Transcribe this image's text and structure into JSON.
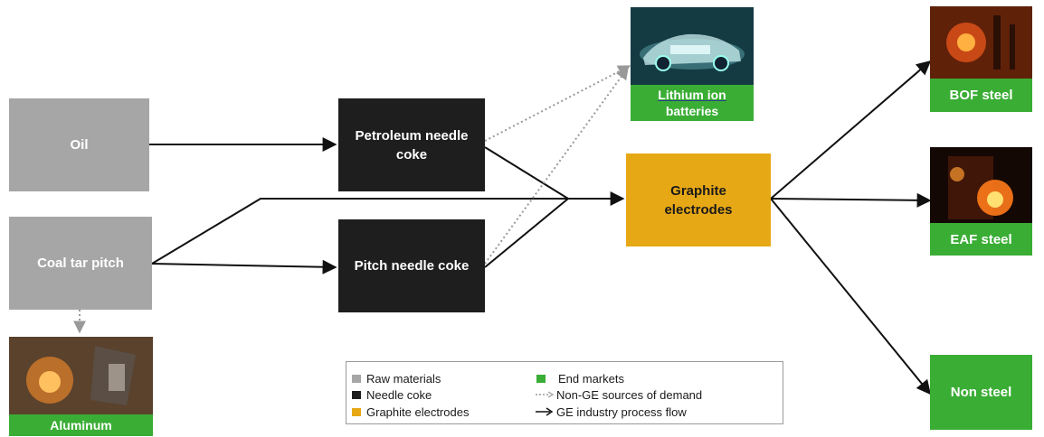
{
  "nodes": {
    "oil": "Oil",
    "coal_tar_pitch": "Coal tar pitch",
    "petroleum_needle_coke": "Petroleum needle coke",
    "pitch_needle_coke": "Pitch needle coke",
    "graphite_electrodes": "Graphite electrodes",
    "lithium_ion_line1": "Lithium ion",
    "lithium_ion_line2": "batteries",
    "bof_steel": "BOF steel",
    "eaf_steel": "EAF steel",
    "non_steel": "Non steel",
    "aluminum": "Aluminum"
  },
  "legend": {
    "raw_materials": "Raw materials",
    "needle_coke": "Needle coke",
    "graphite_electrodes": "Graphite electrodes",
    "end_markets": "End markets",
    "non_ge_demand": "Non-GE sources of demand",
    "ge_process_flow": "GE industry process flow"
  },
  "colors": {
    "raw_materials": "#a6a6a6",
    "needle_coke": "#1e1e1e",
    "graphite_electrodes": "#e7a816",
    "end_markets": "#3aad35",
    "solid_arrow": "#111111",
    "dotted_arrow": "#999999"
  },
  "icons": {
    "lithium_ion": "electric-car-image",
    "bof_steel": "steel-furnace-image",
    "eaf_steel": "arc-furnace-image",
    "aluminum": "aluminum-smelter-image"
  }
}
